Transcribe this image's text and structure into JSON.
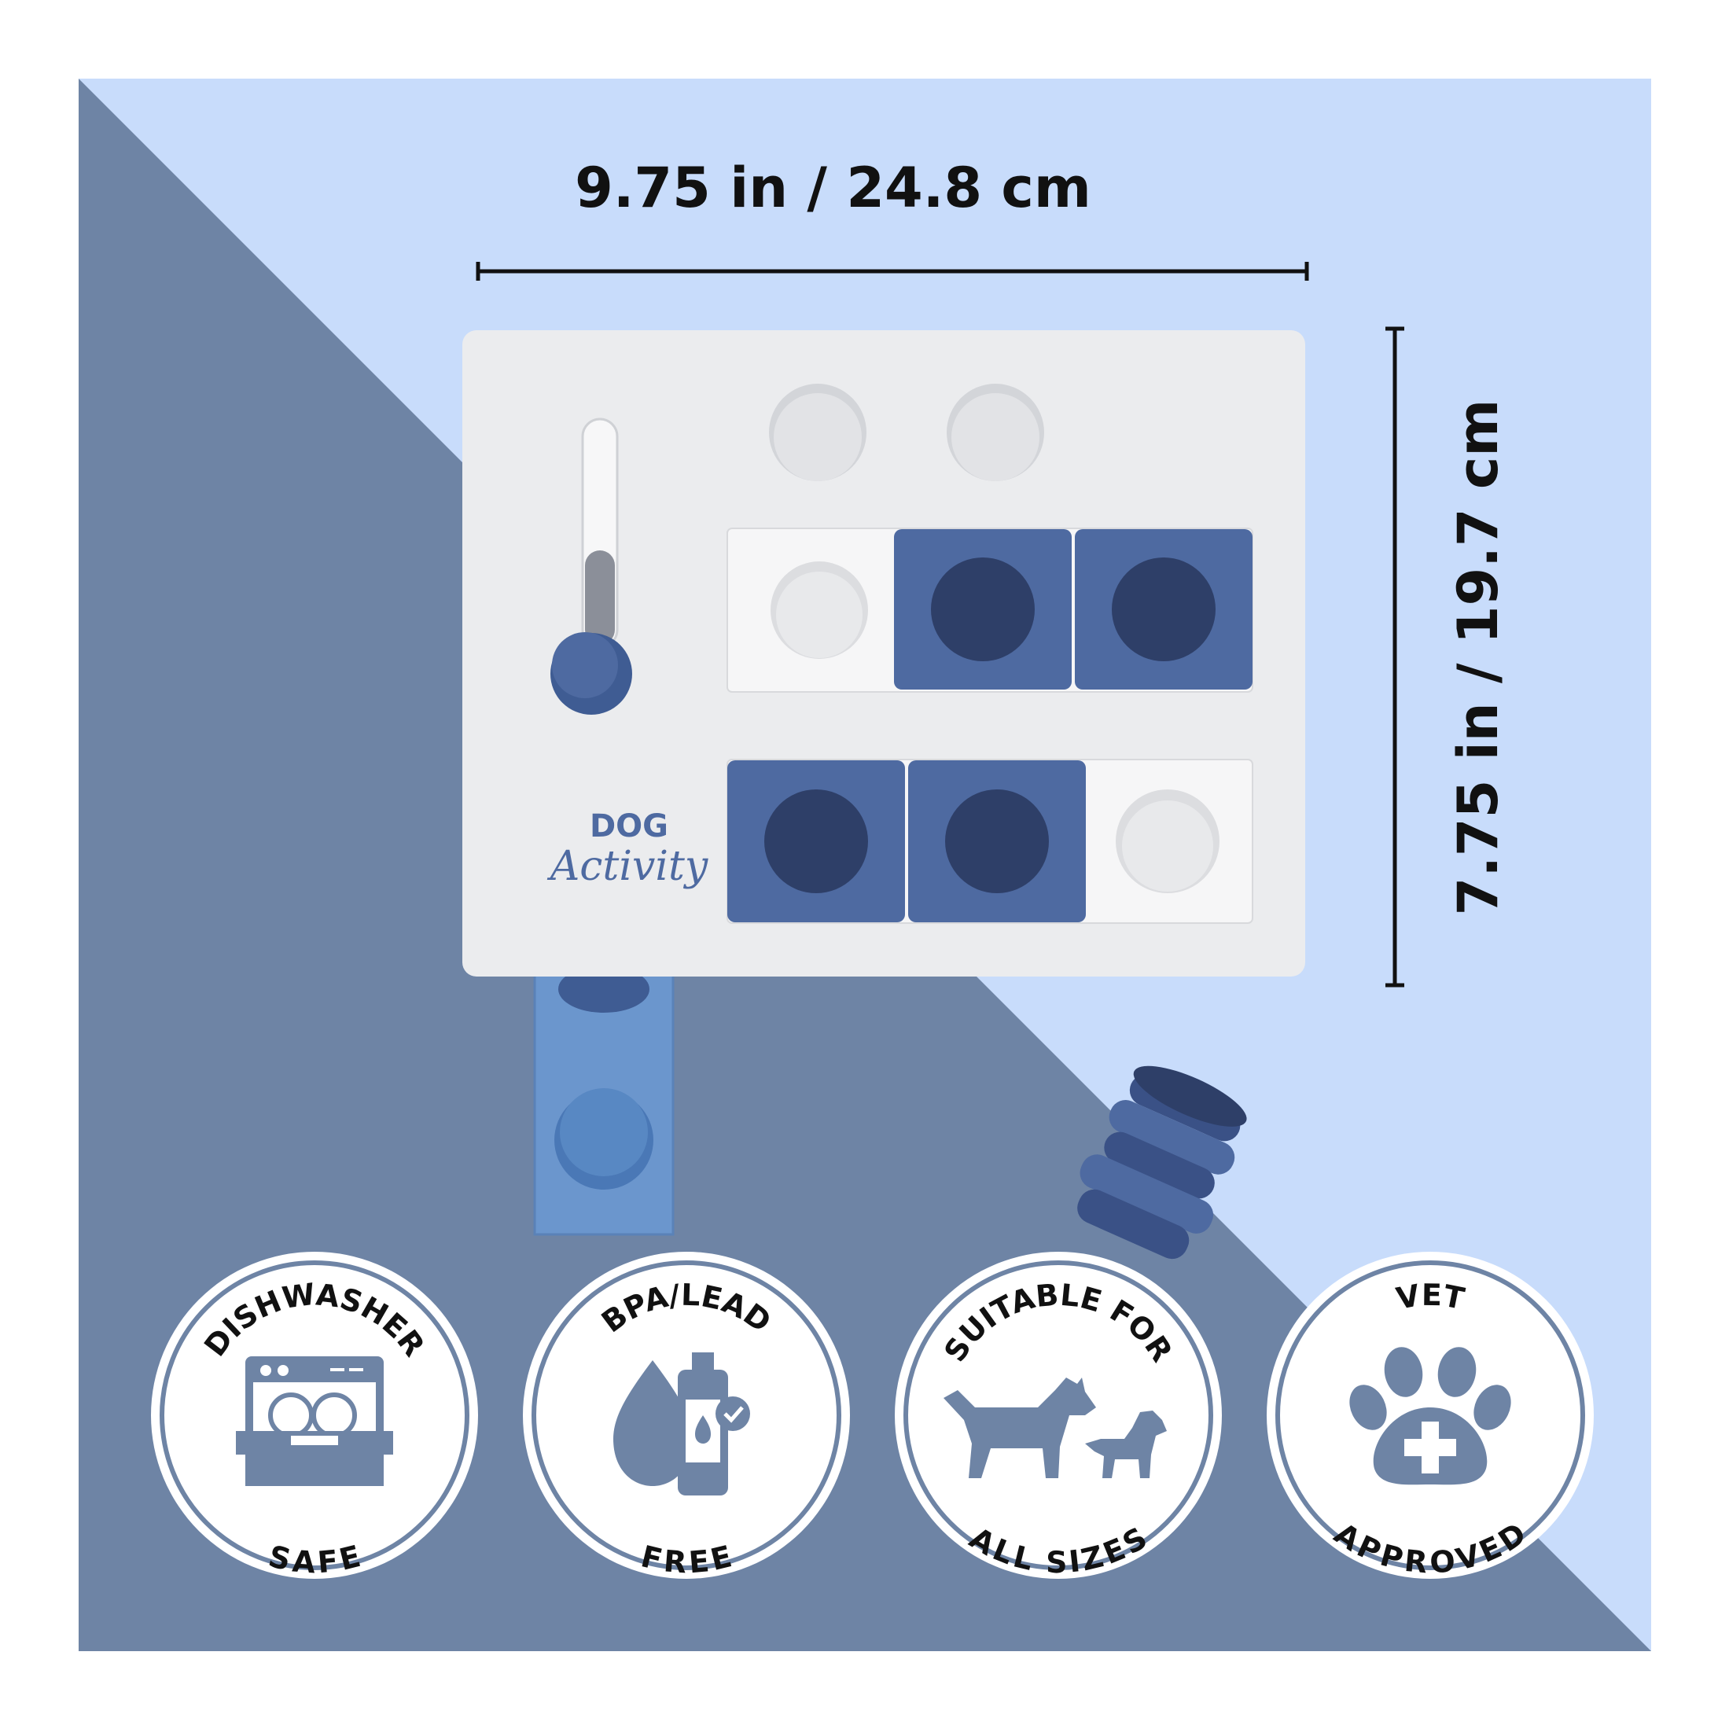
{
  "dimensions": {
    "width_label": "9.75 in / 24.8 cm",
    "height_label": "7.75 in / 19.7 cm"
  },
  "product": {
    "brand_line1": "DOG",
    "brand_line2": "Activity"
  },
  "badges": [
    {
      "top": "DISHWASHER",
      "bottom": "SAFE",
      "icon": "dishwasher-icon"
    },
    {
      "top": "BPA/LEAD",
      "bottom": "FREE",
      "icon": "bottle-drop-icon"
    },
    {
      "top": "SUITABLE FOR",
      "bottom": "ALL SIZES",
      "icon": "dogs-icon"
    },
    {
      "top": "VET",
      "bottom": "APPROVED",
      "icon": "paw-cross-icon"
    }
  ],
  "colors": {
    "background_light": "#c8dcfb",
    "background_dark": "#6e84a5",
    "board": "#ebecee",
    "block_navy": "#4e6aa1",
    "block_hole": "#2e3f68",
    "slider_blue": "#6b96cd",
    "badge_icon": "#6e84a5"
  }
}
